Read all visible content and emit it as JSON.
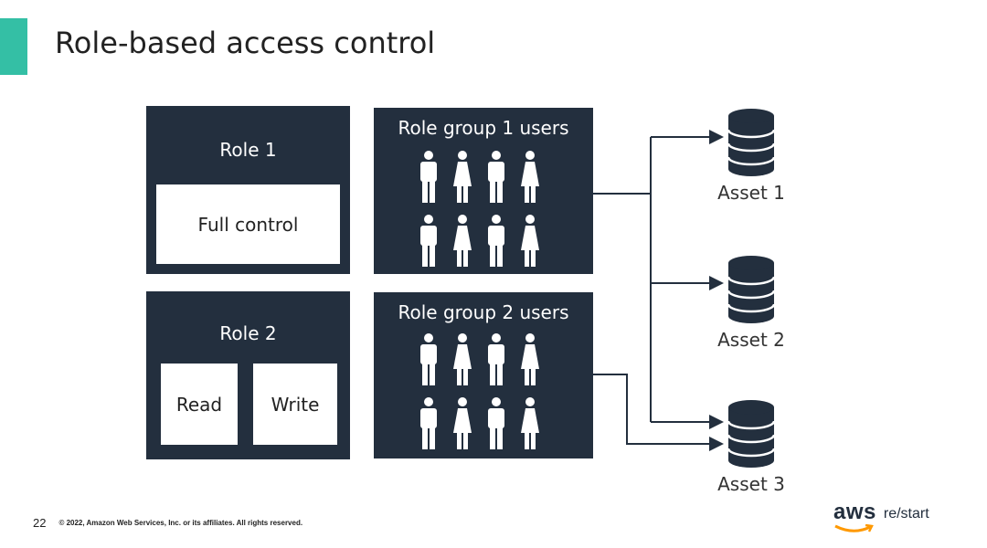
{
  "slide": {
    "title": "Role-based access control",
    "page_number": "22",
    "copyright": "© 2022, Amazon Web Services, Inc. or its affiliates. All rights reserved."
  },
  "roles": [
    {
      "title": "Role 1",
      "permissions": [
        "Full control"
      ]
    },
    {
      "title": "Role 2",
      "permissions": [
        "Read",
        "Write"
      ]
    }
  ],
  "groups": [
    {
      "title": "Role group 1 users",
      "users": [
        "male",
        "female",
        "male",
        "female",
        "male",
        "female",
        "male",
        "female"
      ]
    },
    {
      "title": "Role group 2 users",
      "users": [
        "male",
        "female",
        "male",
        "female",
        "male",
        "female",
        "male",
        "female"
      ]
    }
  ],
  "assets": [
    {
      "label": "Asset 1",
      "icon": "database-icon"
    },
    {
      "label": "Asset 2",
      "icon": "database-icon"
    },
    {
      "label": "Asset 3",
      "icon": "database-icon"
    }
  ],
  "brand": {
    "aws": "aws",
    "restart": "re/start",
    "smile_color": "#ff9900"
  },
  "colors": {
    "accent": "#34bfa5",
    "box": "#232f3e"
  }
}
